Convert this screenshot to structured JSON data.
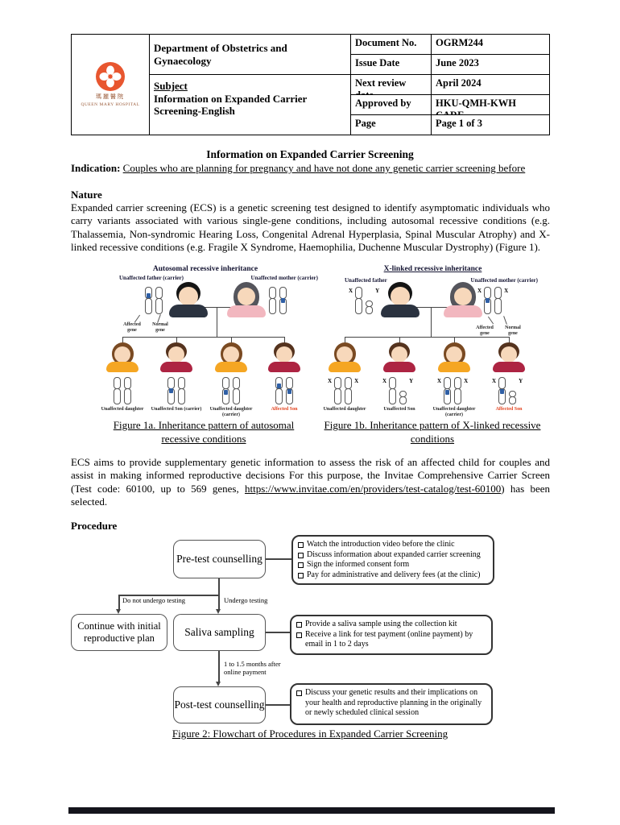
{
  "header": {
    "logo": {
      "zh": "瑪麗醫院",
      "en": "QUEEN MARY HOSPITAL"
    },
    "department": "Department of Obstetrics and Gynaecology",
    "subject_label": "Subject",
    "subject": "Information on Expanded Carrier Screening-English",
    "fields": [
      {
        "label": "Document No.",
        "value": "OGRM244"
      },
      {
        "label": "Issue Date",
        "value": "June 2023"
      },
      {
        "label": "Next review date",
        "value": "April 2024"
      },
      {
        "label": "Approved by",
        "value": "HKU-QMH-KWH CARE"
      },
      {
        "label": "Page",
        "value": "Page 1 of 3"
      }
    ]
  },
  "title": "Information on Expanded Carrier Screening",
  "indication": {
    "label": "Indication:",
    "text": "Couples who are planning for pregnancy and have not done any genetic carrier screening before"
  },
  "nature": {
    "heading": "Nature",
    "body": "Expanded carrier screening (ECS) is a genetic screening test designed to identify asymptomatic individuals who carry variants associated with various single-gene conditions, including autosomal recessive conditions (e.g. Thalassemia, Non-syndromic Hearing Loss, Congenital Adrenal Hyperplasia, Spinal Muscular Atrophy) and X-linked recessive conditions (e.g. Fragile X Syndrome, Haemophilia, Duchenne Muscular Dystrophy) (Figure 1)."
  },
  "fig1a": {
    "title": "Autosomal recessive inheritance",
    "father": "Unaffected father (carrier)",
    "mother": "Unaffected mother (carrier)",
    "affected_gene": "Affected gene",
    "normal_gene": "Normal gene",
    "children": [
      "Unaffected daughter",
      "Unaffected Son (carrier)",
      "Unaffected daughter (carrier)",
      "Affected Son"
    ],
    "caption": "Figure 1a. Inheritance pattern of autosomal recessive conditions"
  },
  "fig1b": {
    "title": "X-linked recessive inheritance",
    "father": "Unaffected father",
    "mother": "Unaffected mother (carrier)",
    "affected_gene": "Affected gene",
    "normal_gene": "Normal gene",
    "x": "X",
    "y": "Y",
    "child_chromosomes": [
      [
        "X",
        "X"
      ],
      [
        "X",
        "Y"
      ],
      [
        "X",
        "X"
      ],
      [
        "X",
        "Y"
      ]
    ],
    "children": [
      "Unaffected daughter",
      "Unaffected Son",
      "Unaffected daughter (carrier)",
      "Affected Son"
    ],
    "caption": "Figure 1b. Inheritance pattern of X-linked recessive conditions"
  },
  "ecs": {
    "before": "ECS aims to provide supplementary genetic information to assess the risk of an affected child for couples and assist in making informed reproductive decisions For this purpose, the Invitae Comprehensive Carrier Screen (Test code: 60100, up to 569 genes, ",
    "link": "https://www.invitae.com/en/providers/test-catalog/test-60100",
    "after": ") has been selected."
  },
  "procedure_heading": "Procedure",
  "flow": {
    "step1": {
      "label": "Pre-test counselling",
      "items": [
        "Watch the introduction video before the clinic",
        "Discuss information about expanded carrier screening",
        "Sign the informed consent form",
        "Pay for administrative and delivery fees (at the clinic)"
      ]
    },
    "branch": {
      "no": "Do not undergo testing",
      "yes": "Undergo testing"
    },
    "alt_label": "Continue with initial reproductive plan",
    "step2": {
      "label": "Saliva sampling",
      "items": [
        "Provide a saliva sample using the collection kit",
        "Receive a link for test payment (online payment) by email in 1 to 2 days"
      ]
    },
    "wait_label": "1 to 1.5 months after online payment",
    "step3": {
      "label": "Post-test counselling",
      "items": [
        "Discuss your genetic results and their implications on your health and reproductive planning in the originally or newly scheduled clinical session"
      ]
    },
    "caption": "Figure 2: Flowchart of Procedures in Expanded Carrier Screening"
  },
  "colors": {
    "logo_orange": "#e8562f",
    "affected_red": "#e2401b",
    "gene_blue": "#2f5fa5",
    "father_suit": "#2b3340",
    "mother_top": "#f2b7bf",
    "daughter_top": "#f5a623",
    "son_top": "#ad2442"
  }
}
